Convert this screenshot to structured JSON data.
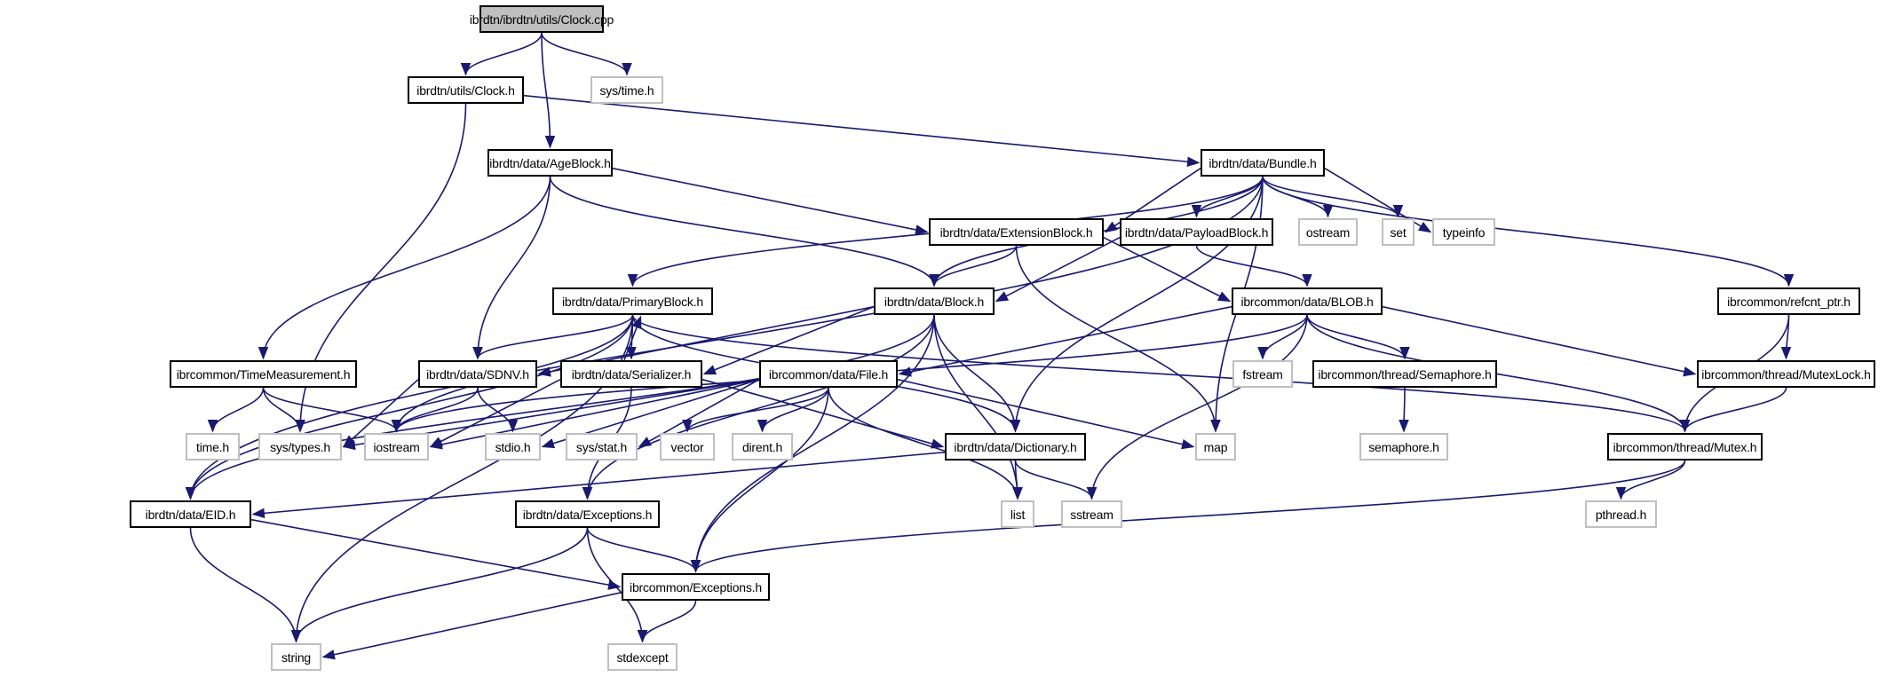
{
  "title": "ibrdtn/ibrdtn/utils/Clock.cpp include dependency graph",
  "colors": {
    "edge": "#191970",
    "root_fill": "#bfbfbf",
    "local_border": "#000000",
    "system_border": "#bfbfbf"
  },
  "nodes": [
    {
      "id": "clock_cpp",
      "label": "ibrdtn/ibrdtn/utils/Clock.cpp",
      "kind": "root"
    },
    {
      "id": "clock_h",
      "label": "ibrdtn/utils/Clock.h",
      "kind": "local"
    },
    {
      "id": "sys_time_h",
      "label": "sys/time.h",
      "kind": "system"
    },
    {
      "id": "ageblock_h",
      "label": "ibrdtn/data/AgeBlock.h",
      "kind": "local"
    },
    {
      "id": "bundle_h",
      "label": "ibrdtn/data/Bundle.h",
      "kind": "local"
    },
    {
      "id": "extensionblock_h",
      "label": "ibrdtn/data/ExtensionBlock.h",
      "kind": "local"
    },
    {
      "id": "payloadblock_h",
      "label": "ibrdtn/data/PayloadBlock.h",
      "kind": "local"
    },
    {
      "id": "ostream",
      "label": "ostream",
      "kind": "system"
    },
    {
      "id": "set",
      "label": "set",
      "kind": "system"
    },
    {
      "id": "typeinfo",
      "label": "typeinfo",
      "kind": "system"
    },
    {
      "id": "primaryblock_h",
      "label": "ibrdtn/data/PrimaryBlock.h",
      "kind": "local"
    },
    {
      "id": "block_h",
      "label": "ibrdtn/data/Block.h",
      "kind": "local"
    },
    {
      "id": "blob_h",
      "label": "ibrcommon/data/BLOB.h",
      "kind": "local"
    },
    {
      "id": "refcnt_ptr_h",
      "label": "ibrcommon/refcnt_ptr.h",
      "kind": "local"
    },
    {
      "id": "timemeasurement_h",
      "label": "ibrcommon/TimeMeasurement.h",
      "kind": "local"
    },
    {
      "id": "sdnv_h",
      "label": "ibrdtn/data/SDNV.h",
      "kind": "local"
    },
    {
      "id": "serializer_h",
      "label": "ibrdtn/data/Serializer.h",
      "kind": "local"
    },
    {
      "id": "file_h",
      "label": "ibrcommon/data/File.h",
      "kind": "local"
    },
    {
      "id": "fstream",
      "label": "fstream",
      "kind": "system"
    },
    {
      "id": "semaphore_cls_h",
      "label": "ibrcommon/thread/Semaphore.h",
      "kind": "local"
    },
    {
      "id": "mutexlock_h",
      "label": "ibrcommon/thread/MutexLock.h",
      "kind": "local"
    },
    {
      "id": "time_h",
      "label": "time.h",
      "kind": "system"
    },
    {
      "id": "sys_types_h",
      "label": "sys/types.h",
      "kind": "system"
    },
    {
      "id": "iostream",
      "label": "iostream",
      "kind": "system"
    },
    {
      "id": "stdio_h",
      "label": "stdio.h",
      "kind": "system"
    },
    {
      "id": "sys_stat_h",
      "label": "sys/stat.h",
      "kind": "system"
    },
    {
      "id": "vector",
      "label": "vector",
      "kind": "system"
    },
    {
      "id": "dirent_h",
      "label": "dirent.h",
      "kind": "system"
    },
    {
      "id": "dictionary_h",
      "label": "ibrdtn/data/Dictionary.h",
      "kind": "local"
    },
    {
      "id": "map",
      "label": "map",
      "kind": "system"
    },
    {
      "id": "semaphore_h",
      "label": "semaphore.h",
      "kind": "system"
    },
    {
      "id": "mutex_h",
      "label": "ibrcommon/thread/Mutex.h",
      "kind": "local"
    },
    {
      "id": "eid_h",
      "label": "ibrdtn/data/EID.h",
      "kind": "local"
    },
    {
      "id": "dtn_exceptions_h",
      "label": "ibrdtn/data/Exceptions.h",
      "kind": "local"
    },
    {
      "id": "list",
      "label": "list",
      "kind": "system"
    },
    {
      "id": "sstream",
      "label": "sstream",
      "kind": "system"
    },
    {
      "id": "pthread_h",
      "label": "pthread.h",
      "kind": "system"
    },
    {
      "id": "common_exceptions_h",
      "label": "ibrcommon/Exceptions.h",
      "kind": "local"
    },
    {
      "id": "string",
      "label": "string",
      "kind": "system"
    },
    {
      "id": "stdexcept",
      "label": "stdexcept",
      "kind": "system"
    }
  ],
  "edges": [
    [
      "clock_cpp",
      "clock_h"
    ],
    [
      "clock_cpp",
      "sys_time_h"
    ],
    [
      "clock_cpp",
      "ageblock_h"
    ],
    [
      "clock_h",
      "bundle_h"
    ],
    [
      "clock_h",
      "sys_types_h"
    ],
    [
      "ageblock_h",
      "extensionblock_h"
    ],
    [
      "ageblock_h",
      "block_h"
    ],
    [
      "ageblock_h",
      "sdnv_h"
    ],
    [
      "ageblock_h",
      "timemeasurement_h"
    ],
    [
      "bundle_h",
      "primaryblock_h"
    ],
    [
      "bundle_h",
      "block_h"
    ],
    [
      "bundle_h",
      "extensionblock_h"
    ],
    [
      "bundle_h",
      "payloadblock_h"
    ],
    [
      "bundle_h",
      "ostream"
    ],
    [
      "bundle_h",
      "set"
    ],
    [
      "bundle_h",
      "typeinfo"
    ],
    [
      "bundle_h",
      "refcnt_ptr_h"
    ],
    [
      "bundle_h",
      "eid_h"
    ],
    [
      "bundle_h",
      "dictionary_h"
    ],
    [
      "bundle_h",
      "map"
    ],
    [
      "extensionblock_h",
      "block_h"
    ],
    [
      "extensionblock_h",
      "blob_h"
    ],
    [
      "extensionblock_h",
      "map"
    ],
    [
      "payloadblock_h",
      "block_h"
    ],
    [
      "payloadblock_h",
      "blob_h"
    ],
    [
      "primaryblock_h",
      "serializer_h"
    ],
    [
      "primaryblock_h",
      "eid_h"
    ],
    [
      "primaryblock_h",
      "sdnv_h"
    ],
    [
      "primaryblock_h",
      "iostream"
    ],
    [
      "primaryblock_h",
      "dictionary_h"
    ],
    [
      "primaryblock_h",
      "mutex_h"
    ],
    [
      "primaryblock_h",
      "string"
    ],
    [
      "block_h",
      "eid_h"
    ],
    [
      "block_h",
      "sdnv_h"
    ],
    [
      "block_h",
      "serializer_h"
    ],
    [
      "block_h",
      "dictionary_h"
    ],
    [
      "block_h",
      "list"
    ],
    [
      "block_h",
      "dtn_exceptions_h"
    ],
    [
      "block_h",
      "common_exceptions_h"
    ],
    [
      "blob_h",
      "file_h"
    ],
    [
      "blob_h",
      "fstream"
    ],
    [
      "blob_h",
      "semaphore_cls_h"
    ],
    [
      "blob_h",
      "mutexlock_h"
    ],
    [
      "blob_h",
      "mutex_h"
    ],
    [
      "blob_h",
      "iostream"
    ],
    [
      "blob_h",
      "sstream"
    ],
    [
      "refcnt_ptr_h",
      "mutexlock_h"
    ],
    [
      "refcnt_ptr_h",
      "mutex_h"
    ],
    [
      "serializer_h",
      "primaryblock_h"
    ],
    [
      "serializer_h",
      "iostream"
    ],
    [
      "serializer_h",
      "dictionary_h"
    ],
    [
      "serializer_h",
      "dtn_exceptions_h"
    ],
    [
      "timemeasurement_h",
      "time_h"
    ],
    [
      "timemeasurement_h",
      "sys_types_h"
    ],
    [
      "timemeasurement_h",
      "iostream"
    ],
    [
      "sdnv_h",
      "sys_types_h"
    ],
    [
      "sdnv_h",
      "iostream"
    ],
    [
      "sdnv_h",
      "stdio_h"
    ],
    [
      "file_h",
      "sys_types_h"
    ],
    [
      "file_h",
      "iostream"
    ],
    [
      "file_h",
      "stdio_h"
    ],
    [
      "file_h",
      "sys_stat_h"
    ],
    [
      "file_h",
      "vector"
    ],
    [
      "file_h",
      "dirent_h"
    ],
    [
      "file_h",
      "list"
    ],
    [
      "file_h",
      "map"
    ],
    [
      "file_h",
      "common_exceptions_h"
    ],
    [
      "semaphore_cls_h",
      "semaphore_h"
    ],
    [
      "mutexlock_h",
      "mutex_h"
    ],
    [
      "mutex_h",
      "pthread_h"
    ],
    [
      "mutex_h",
      "common_exceptions_h"
    ],
    [
      "dictionary_h",
      "eid_h"
    ],
    [
      "dictionary_h",
      "list"
    ],
    [
      "dictionary_h",
      "sstream"
    ],
    [
      "eid_h",
      "string"
    ],
    [
      "eid_h",
      "common_exceptions_h"
    ],
    [
      "dtn_exceptions_h",
      "common_exceptions_h"
    ],
    [
      "dtn_exceptions_h",
      "string"
    ],
    [
      "dtn_exceptions_h",
      "stdexcept"
    ],
    [
      "common_exceptions_h",
      "string"
    ],
    [
      "common_exceptions_h",
      "stdexcept"
    ]
  ]
}
